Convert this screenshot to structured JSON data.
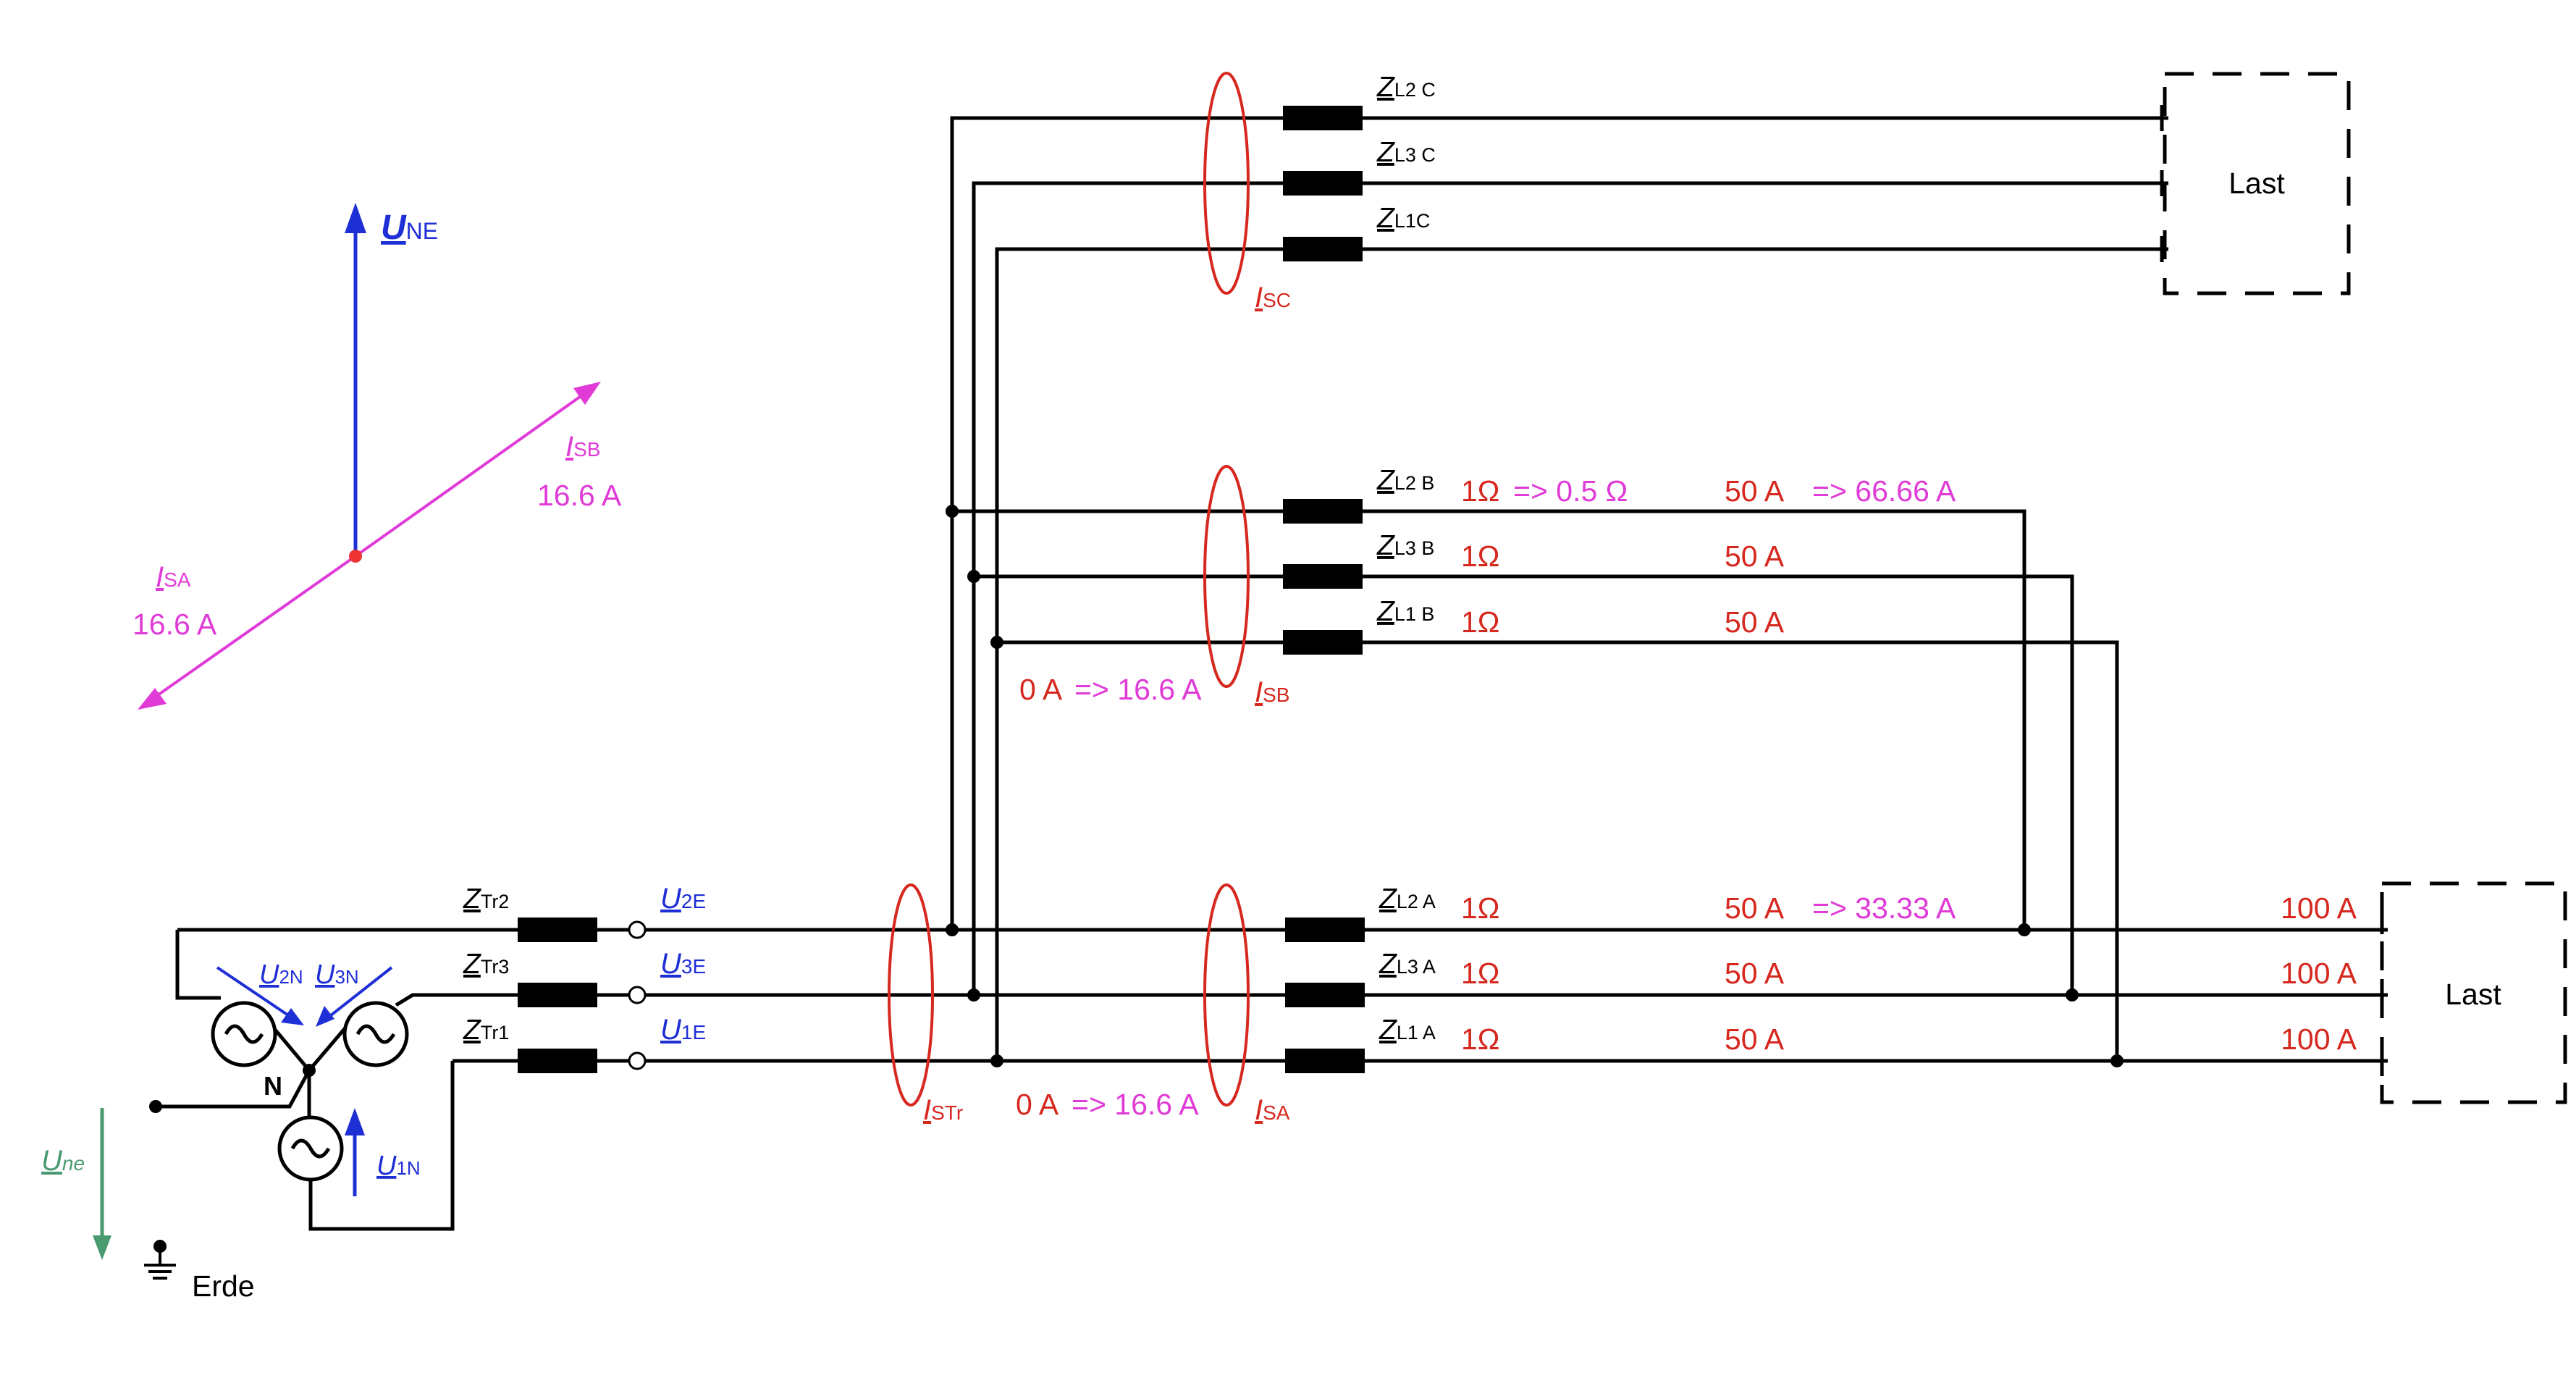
{
  "colors": {
    "wire": "#000000",
    "current_ellipse": "#d6281f",
    "current_values": "#d6281f",
    "changed_values": "#e03ad7",
    "voltages": "#1f2fd6",
    "earth_voltage": "#4a9a70"
  },
  "phasor": {
    "une": {
      "main": "U",
      "sub": "NE"
    },
    "isb": {
      "main": "I",
      "sub": "SB",
      "value": "16.6 A"
    },
    "isa": {
      "main": "I",
      "sub": "SA",
      "value": "16.6 A"
    }
  },
  "loads": {
    "top": "Last",
    "bottom": "Last"
  },
  "group_c": {
    "lines": [
      {
        "main": "Z",
        "sub": "L2 C"
      },
      {
        "main": "Z",
        "sub": "L3 C"
      },
      {
        "main": "Z",
        "sub": "L1C"
      }
    ],
    "current": {
      "main": "I",
      "sub": "SC"
    }
  },
  "group_b": {
    "lines": [
      {
        "main": "Z",
        "sub": "L2 B",
        "r": "1Ω",
        "r_new": "=> 0.5 Ω",
        "i": "50 A",
        "i_new": "=> 66.66 A"
      },
      {
        "main": "Z",
        "sub": "L3 B",
        "r": "1Ω",
        "i": "50 A"
      },
      {
        "main": "Z",
        "sub": "L1 B",
        "r": "1Ω",
        "i": "50 A"
      }
    ],
    "current": {
      "main": "I",
      "sub": "SB"
    },
    "sum_old": "0 A",
    "sum_new": "=> 16.6 A"
  },
  "group_a": {
    "lines": [
      {
        "main": "Z",
        "sub": "L2 A",
        "r": "1Ω",
        "i": "50 A",
        "i_new": "=> 33.33 A",
        "total": "100 A"
      },
      {
        "main": "Z",
        "sub": "L3 A",
        "r": "1Ω",
        "i": "50 A",
        "total": "100 A"
      },
      {
        "main": "Z",
        "sub": "L1 A",
        "r": "1Ω",
        "i": "50 A",
        "total": "100 A"
      }
    ],
    "current": {
      "main": "I",
      "sub": "SA"
    },
    "sum_old": "0 A",
    "sum_new": "=> 16.6 A"
  },
  "transformer": {
    "impedances": [
      {
        "main": "Z",
        "sub": "Tr2"
      },
      {
        "main": "Z",
        "sub": "Tr3"
      },
      {
        "main": "Z",
        "sub": "Tr1"
      }
    ],
    "terminals": [
      {
        "main": "U",
        "sub": "2E"
      },
      {
        "main": "U",
        "sub": "3E"
      },
      {
        "main": "U",
        "sub": "1E"
      }
    ],
    "current": {
      "main": "I",
      "sub": "STr"
    },
    "u2n": {
      "main": "U",
      "sub": "2N"
    },
    "u3n": {
      "main": "U",
      "sub": "3N"
    },
    "u1n": {
      "main": "U",
      "sub": "1N"
    },
    "neutral": "N"
  },
  "earth": {
    "une": {
      "main": "U",
      "sub": "ne"
    },
    "label": "Erde"
  }
}
